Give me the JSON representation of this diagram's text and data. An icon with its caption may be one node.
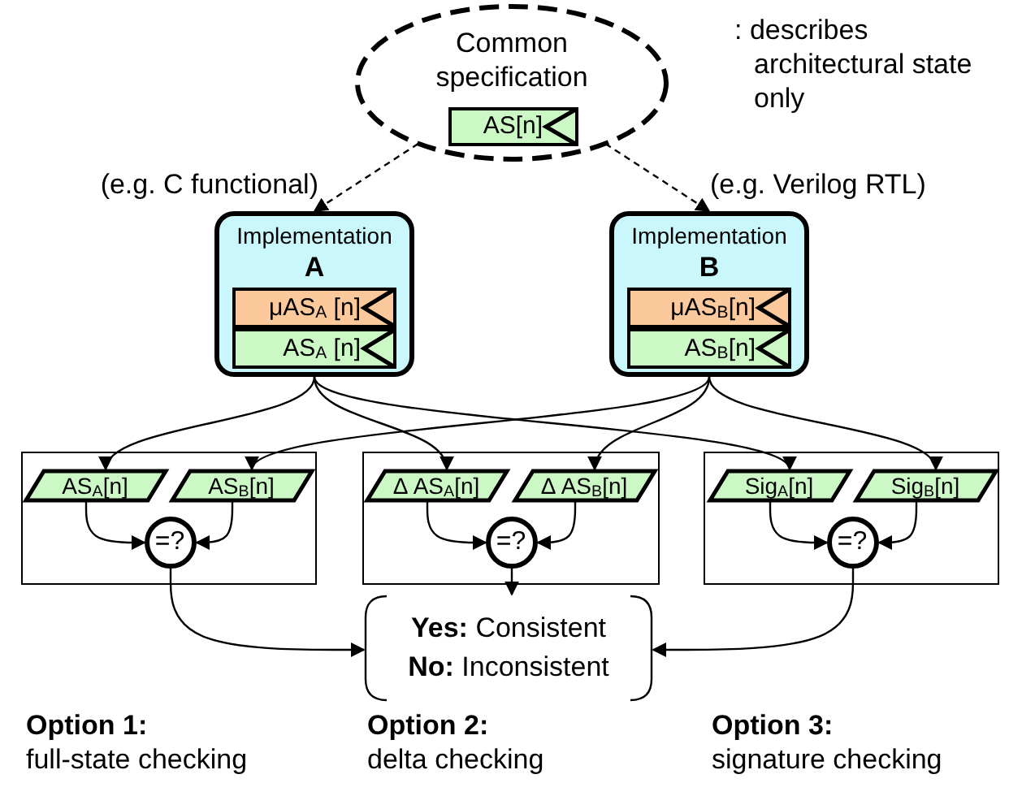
{
  "diagram": {
    "nodes": [
      {
        "text": [
          "Common specification"
        ]
      },
      {
        "text": [
          "AS[n]"
        ],
        "in": 0
      },
      {
        "text": [
          "Implementation",
          "A"
        ],
        "beside": [
          "(e.g. C functional)"
        ]
      },
      {
        "text": [
          "μAS$_{A}$ [n]"
        ],
        "in": 2
      },
      {
        "text": [
          "AS$_{A}$ [n]"
        ],
        "in": 2
      },
      {
        "text": [
          "Implementation",
          "B"
        ],
        "beside": [
          "(e.g. Verilog RTL)"
        ]
      },
      {
        "text": [
          "μAS$_{B}$[n]"
        ],
        "in": 5
      },
      {
        "text": [
          "AS$_{B}$[n]"
        ],
        "in": 5
      },
      {
        "text": [],
        "shape": "box"
      },
      {
        "text": [
          "AS$_{A}$[n]"
        ],
        "in": 8
      },
      {
        "text": [
          "AS$_{B}$[n]"
        ],
        "in": 8
      },
      {
        "text": [
          "=?"
        ],
        "in": 8
      },
      {
        "text": [],
        "shape": "box"
      },
      {
        "text": [
          "Δ AS$_{A}$[n]"
        ],
        "in": 12
      },
      {
        "text": [
          "Δ AS$_{B}$[n]"
        ],
        "in": 12
      },
      {
        "text": [
          "=?"
        ],
        "in": 12
      },
      {
        "text": [],
        "shape": "box"
      },
      {
        "text": [
          "Sig$_{A}$[n]"
        ],
        "in": 16
      },
      {
        "text": [
          "Sig$_{B}$[n]"
        ],
        "in": 16
      },
      {
        "text": [
          "=?"
        ],
        "in": 16
      },
      {
        "text": [
          "**Yes:** Consistent",
          "**No:** Inconsistent"
        ]
      }
    ],
    "edges": [
      {
        "from": 0,
        "to": 2,
        "arrow": "to",
        "style": "dashed"
      },
      {
        "from": 0,
        "to": 5,
        "arrow": "to",
        "style": "dashed"
      },
      {
        "from": 2,
        "to": 9,
        "arrow": "to"
      },
      {
        "from": 2,
        "to": 13,
        "arrow": "to"
      },
      {
        "from": 2,
        "to": 17,
        "arrow": "to"
      },
      {
        "from": 5,
        "to": 10,
        "arrow": "to"
      },
      {
        "from": 5,
        "to": 14,
        "arrow": "to"
      },
      {
        "from": 5,
        "to": 18,
        "arrow": "to"
      },
      {
        "from": 9,
        "to": 11,
        "arrow": "to"
      },
      {
        "from": 10,
        "to": 11,
        "arrow": "to"
      },
      {
        "from": 13,
        "to": 15,
        "arrow": "to"
      },
      {
        "from": 14,
        "to": 15,
        "arrow": "to"
      },
      {
        "from": 17,
        "to": 19,
        "arrow": "to"
      },
      {
        "from": 18,
        "to": 19,
        "arrow": "to"
      },
      {
        "from": 11,
        "to": 20,
        "arrow": "to"
      },
      {
        "from": 15,
        "to": 20,
        "arrow": "to"
      },
      {
        "from": 19,
        "to": 20,
        "arrow": "to"
      }
    ],
    "labels": [
      ": describes architectural state only",
      "**Option 1:** full-state checking",
      "**Option 2:** delta checking",
      "**Option 3:** signature checking"
    ]
  }
}
